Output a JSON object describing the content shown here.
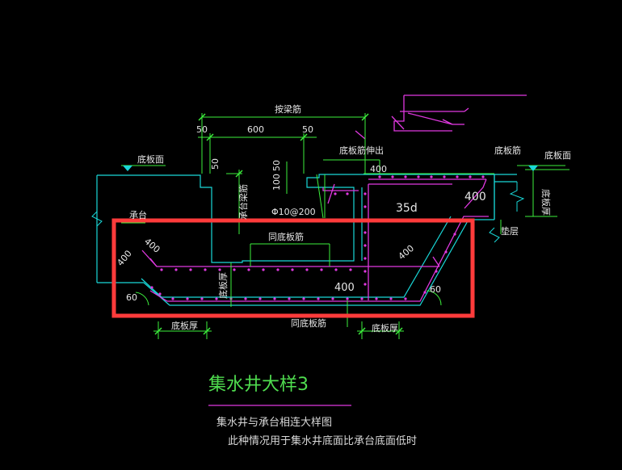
{
  "colors": {
    "background": "#000000",
    "dimension": "#3df03d",
    "outline": "#19d8d8",
    "rebar": "#e038e0",
    "highlight": "#ff3b3b",
    "text": "#e6e6e6",
    "title": "#4fdc4f"
  },
  "labels": {
    "slab_surface_left": "底板面",
    "slab_surface_right": "底板面",
    "cap": "承台",
    "anchor_length": "按梁筋",
    "bottom_rebar_extend": "底板筋伸出",
    "bottom_rebar_right": "底板筋",
    "slab_thick_right": "底板厚",
    "cushion": "垫层",
    "stirrup_spec": "Φ10@200",
    "same_bottom_rebar_top": "同底板筋",
    "same_bottom_rebar_bottom": "同底板筋",
    "slab_thick_left": "底板厚",
    "slab_thick_bottom_right": "底板厚",
    "slab_thick_vertical": "底板厚",
    "cap_beam_rebar": "承台梁筋",
    "angle_left": "60",
    "angle_right": "60",
    "len_35d": "35d"
  },
  "dimensions": {
    "d50_left": "50",
    "d600": "600",
    "d50_right": "50",
    "d50_vertical": "50",
    "d100": "100",
    "d50_vertical2": "50",
    "d400_top": "400",
    "d400_right": "400",
    "d400_left_diag": "400",
    "d400_left_diag2": "400",
    "d400_right_diag": "400",
    "d400_bottom": "400"
  },
  "title": {
    "main": "集水井大样3",
    "line1": "集水井与承台相连大样图",
    "line2": "此种情况用于集水井底面比承台底面低时"
  }
}
